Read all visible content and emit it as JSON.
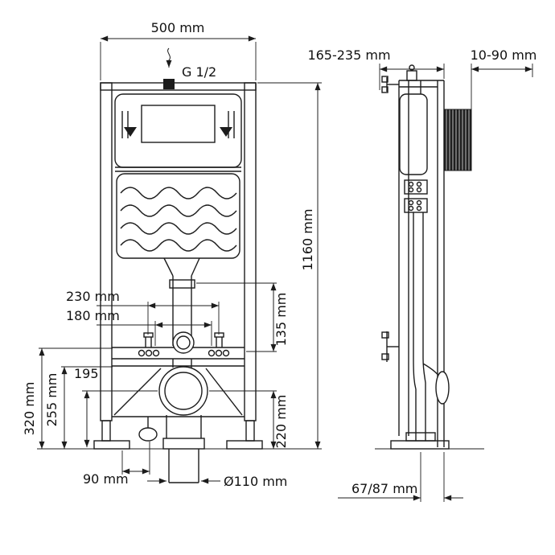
{
  "front_view": {
    "w500": "500 mm",
    "g12": "G 1/2",
    "h1160": "1160 mm",
    "d230": "230 mm",
    "d180": "180 mm",
    "d135": "135 mm",
    "d195": "195",
    "d255": "255 mm",
    "d320": "320 mm",
    "d220": "220 mm",
    "d90": "90 mm",
    "d110": "Ø110 mm"
  },
  "side_view": {
    "d165": "165-235 mm",
    "d1090": "10-90 mm",
    "d6787": "67/87 mm"
  }
}
